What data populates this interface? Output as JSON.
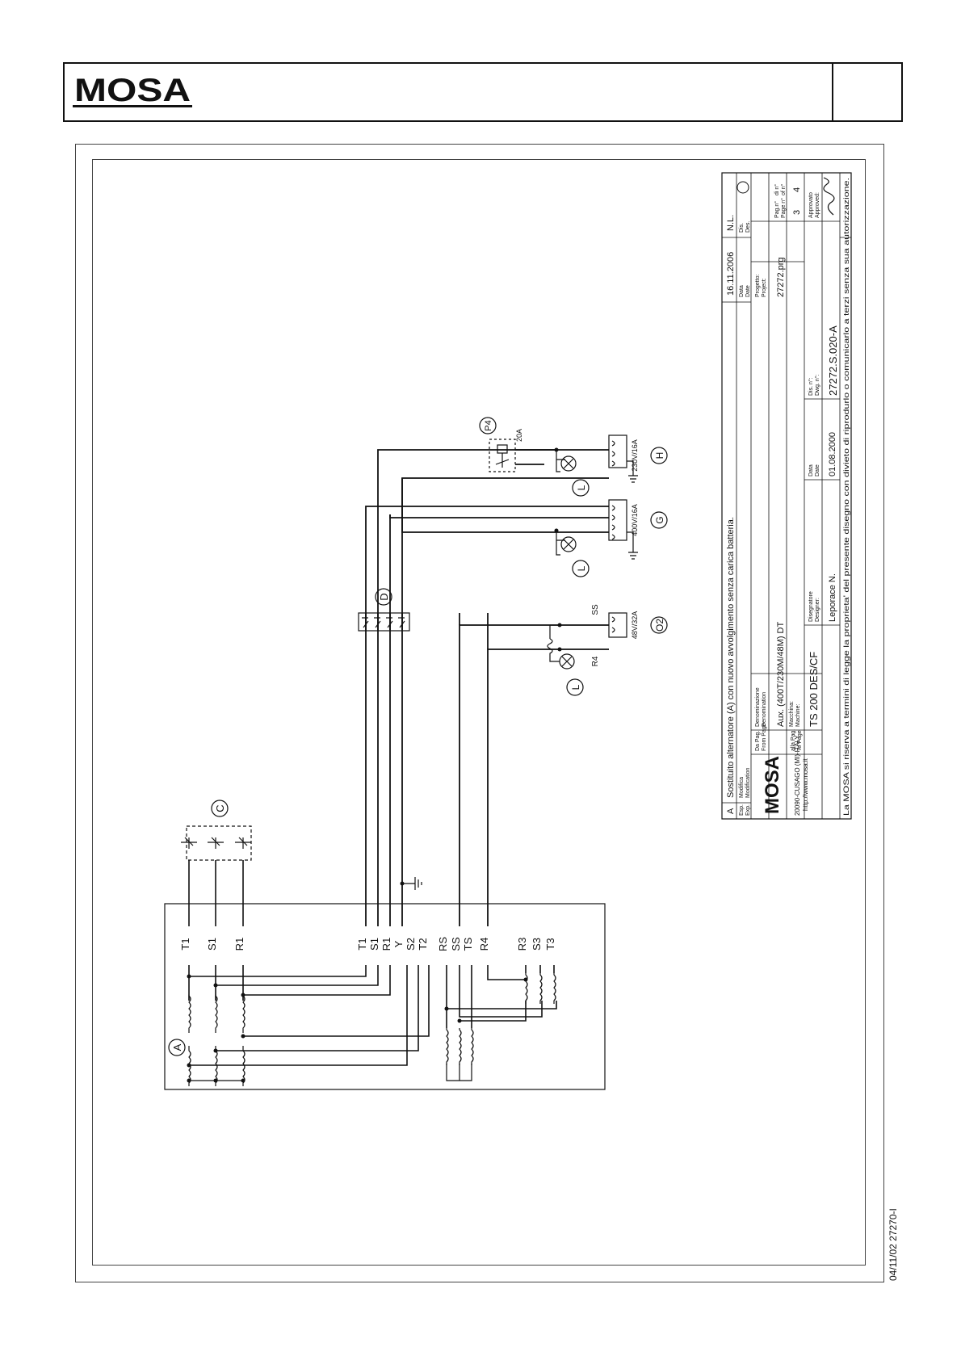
{
  "brand": {
    "logo_text": "MOSA"
  },
  "components": {
    "alternator": "A",
    "capacitors": "C",
    "breaker": "D",
    "breaker_p4": "P4",
    "socket_o2": "O2",
    "socket_g": "G",
    "socket_h": "H",
    "lamp": "L"
  },
  "terminals": {
    "left_group": [
      "T1",
      "S1",
      "R1"
    ],
    "right_group": [
      "T1",
      "S1",
      "R1",
      "Y",
      "S2",
      "T2"
    ],
    "aux_group": [
      "RS",
      "SS",
      "TS",
      "R4"
    ],
    "r_group": [
      "R3",
      "S3",
      "T3"
    ]
  },
  "ratings": {
    "o2": "48V/32A",
    "g": "400V/16A",
    "h": "230V/16A",
    "p4": "20A"
  },
  "labels": {
    "ss": "SS",
    "r4": "R4"
  },
  "title_block": {
    "revision_letter": "A",
    "revision_text": "Sostituito alternatore (A) con nuovo avvolgimento senza carica batteria.",
    "revision_date": "16.11.2006",
    "revision_author": "N.L.",
    "esp_label": "Esp.",
    "exp_label": "Exp.",
    "modifica_label": "Modifica",
    "modification_label": "Modification",
    "data_label": "Data",
    "date_label": "Date",
    "dis_label": "Dis.",
    "des_label": "Des.",
    "company_city": "20090-CUSAGO (MI)-ITALY",
    "company_url": "http://www.mosa.it",
    "from_page_label": "Da Pag.",
    "from_page_label_en": "From Page",
    "to_page_label": "alla Pag.",
    "to_page_label_en": "To Page",
    "denomination_label": "Denominazione",
    "denomination_label_en": "Denomination",
    "denomination": "Aux. (400T/230M/48M) DT",
    "machine_label": "Macchina:",
    "machine_label_en": "Machine:",
    "machine": "TS 200 DES/CF",
    "project_label": "Progetto:",
    "project_label_en": "Project:",
    "project": "27272.prg",
    "designer_label": "Disegnatore",
    "designer_label_en": "Designer:",
    "designer": "Leporace N.",
    "date_label2": "Data",
    "date_label2_en": "Date",
    "date": "01.08.2000",
    "drawing_label": "Dis. n°:",
    "drawing_label_en": "Dwg. n°:",
    "drawing_number": "27272.S.020-A",
    "page_label": "Pag.n°",
    "page_label_en": "Page n°",
    "of_label": "di n°",
    "of_label_en": "of n°",
    "page": "3",
    "page_total": "4",
    "approved_label": "Approvato",
    "approved_label_en": "Approved:",
    "disclaimer": "La MOSA si riserva a termini di legge la proprieta' del presente disegno con divieto di riprodurlo o comunicarlo a terzi senza sua autorizzazione."
  },
  "footer_ref": "04/11/02 27270-I"
}
